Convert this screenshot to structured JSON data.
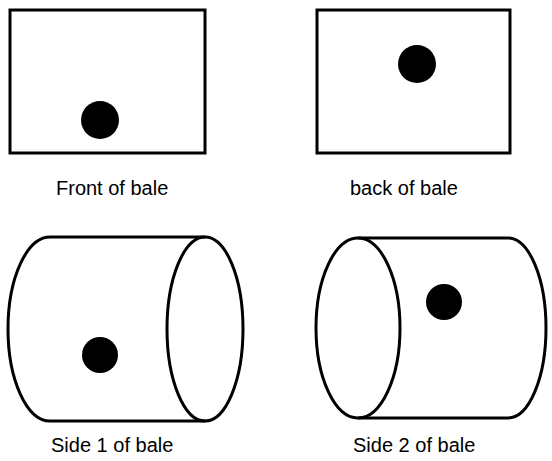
{
  "diagram": {
    "labels": [
      "Front of bale",
      "back of bale",
      "Side 1 of bale",
      "Side 2 of bale"
    ]
  }
}
